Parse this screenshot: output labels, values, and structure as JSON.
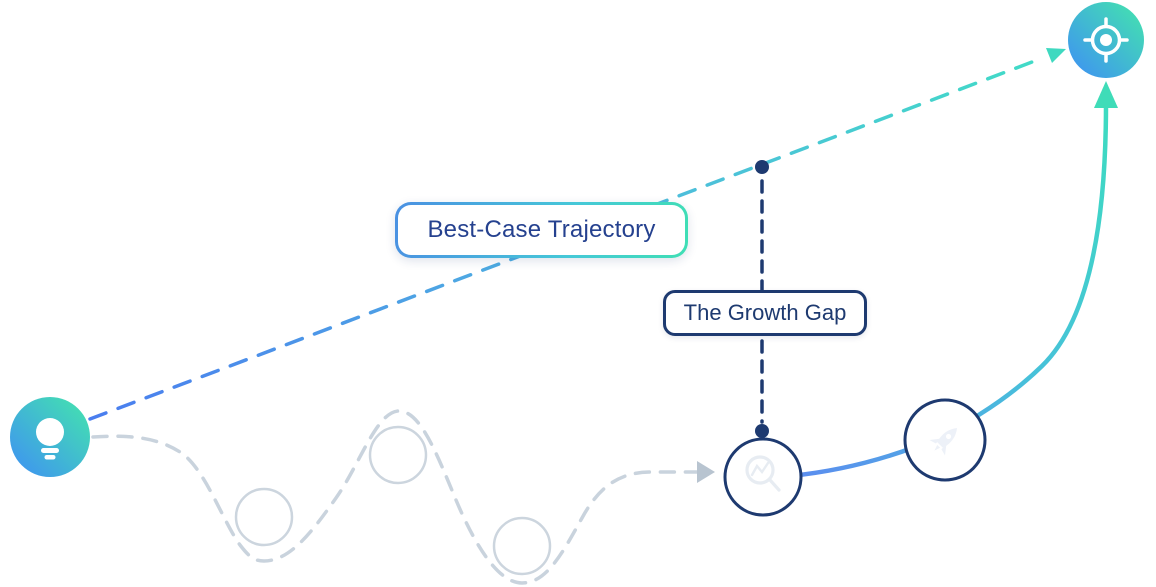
{
  "diagram": {
    "title": "Growth gap concept diagram",
    "labels": {
      "best_case": "Best-Case Trajectory",
      "growth_gap": "The Growth Gap"
    },
    "nodes": [
      {
        "id": "idea-start",
        "icon": "lightbulb-icon"
      },
      {
        "id": "milestone-1",
        "icon": ""
      },
      {
        "id": "milestone-2",
        "icon": ""
      },
      {
        "id": "milestone-3",
        "icon": ""
      },
      {
        "id": "analysis",
        "icon": "magnifier-icon"
      },
      {
        "id": "launch",
        "icon": "rocket-icon"
      },
      {
        "id": "goal",
        "icon": "target-icon"
      }
    ],
    "colors": {
      "trajectory_blue": "#4a7def",
      "trajectory_teal": "#41dcc6",
      "navy": "#1e3a70",
      "gray_dash": "#c9d3dd",
      "node_gradient_start": "#44e6ac",
      "node_gradient_end": "#3e8ff5",
      "best_case_text": "#25418f",
      "growth_gap_text": "#1e3a70",
      "background": "#ffffff"
    }
  }
}
